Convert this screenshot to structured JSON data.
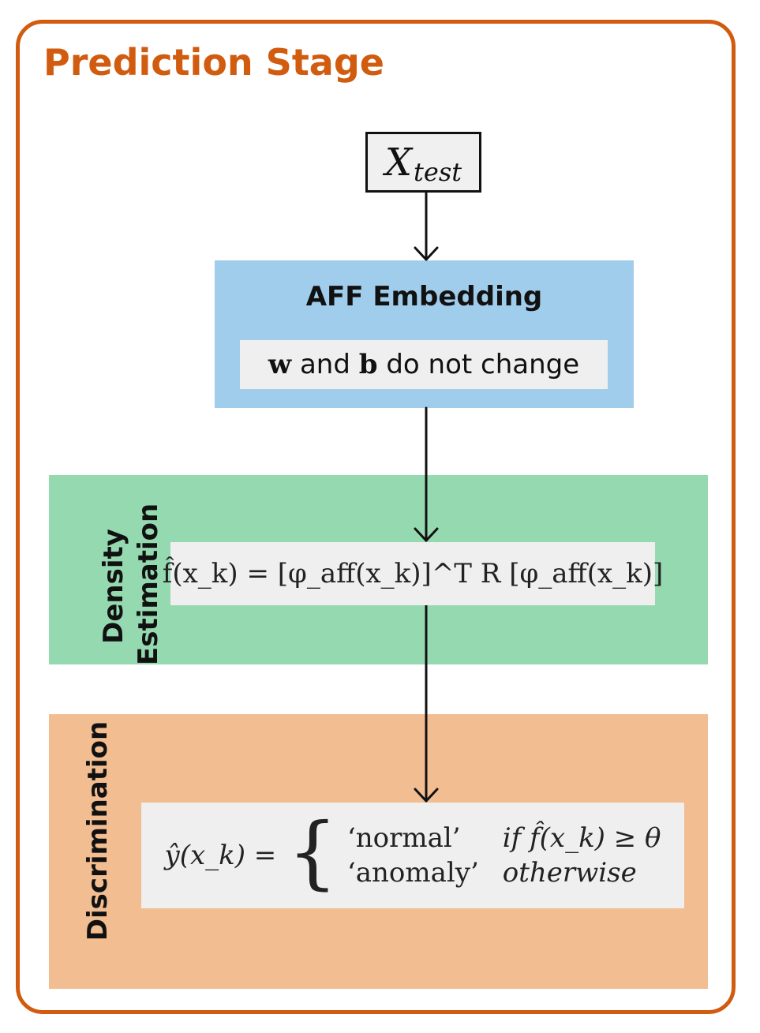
{
  "title": "Prediction Stage",
  "input": {
    "symbol": "X",
    "subscript": "test"
  },
  "aff_embedding": {
    "title": "AFF Embedding",
    "note_w": "w",
    "note_and": " and ",
    "note_b": "b",
    "note_rest": " do not change"
  },
  "density": {
    "label_line1": "Density",
    "label_line2": "Estimation",
    "equation": "f̂(x_k) = [φ_aff(x_k)]^T R [φ_aff(x_k)]"
  },
  "discrimination": {
    "label": "Discrimination",
    "lhs": "ŷ(x_k) =",
    "case1_value": "‘normal’",
    "case1_condition": "if f̂(x_k) ≥ θ",
    "case2_value": "‘anomaly’",
    "case2_condition": "otherwise"
  },
  "colors": {
    "frame": "#d15b0e",
    "aff_block": "#a1cdec",
    "density_block": "#95d9b1",
    "discrimination_block": "#f2bd90",
    "equation_box": "#efefef"
  }
}
